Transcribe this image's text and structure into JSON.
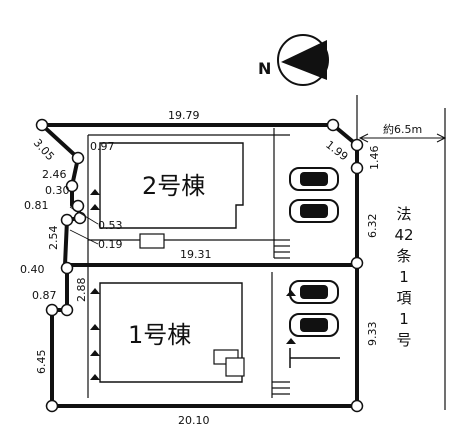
{
  "compass": {
    "label": "N"
  },
  "buildings": [
    {
      "id": "building-2",
      "label": "2号棟"
    },
    {
      "id": "building-1",
      "label": "1号棟"
    }
  ],
  "dimensions": {
    "top": "19.79",
    "bottom": "20.10",
    "divider": "19.31",
    "road_width": "約6.5m",
    "left": [
      "3.05",
      "2.46",
      "0.30",
      "0.81",
      "2.54",
      "0.40",
      "0.87",
      "6.45"
    ],
    "inner_small": [
      "0.97",
      "0.53",
      "0.19",
      "2.88"
    ],
    "right": [
      "1.99",
      "1.46",
      "6.32",
      "9.33"
    ]
  },
  "road_label": [
    "法",
    "42",
    "条",
    "1",
    "項",
    "1",
    "号"
  ]
}
